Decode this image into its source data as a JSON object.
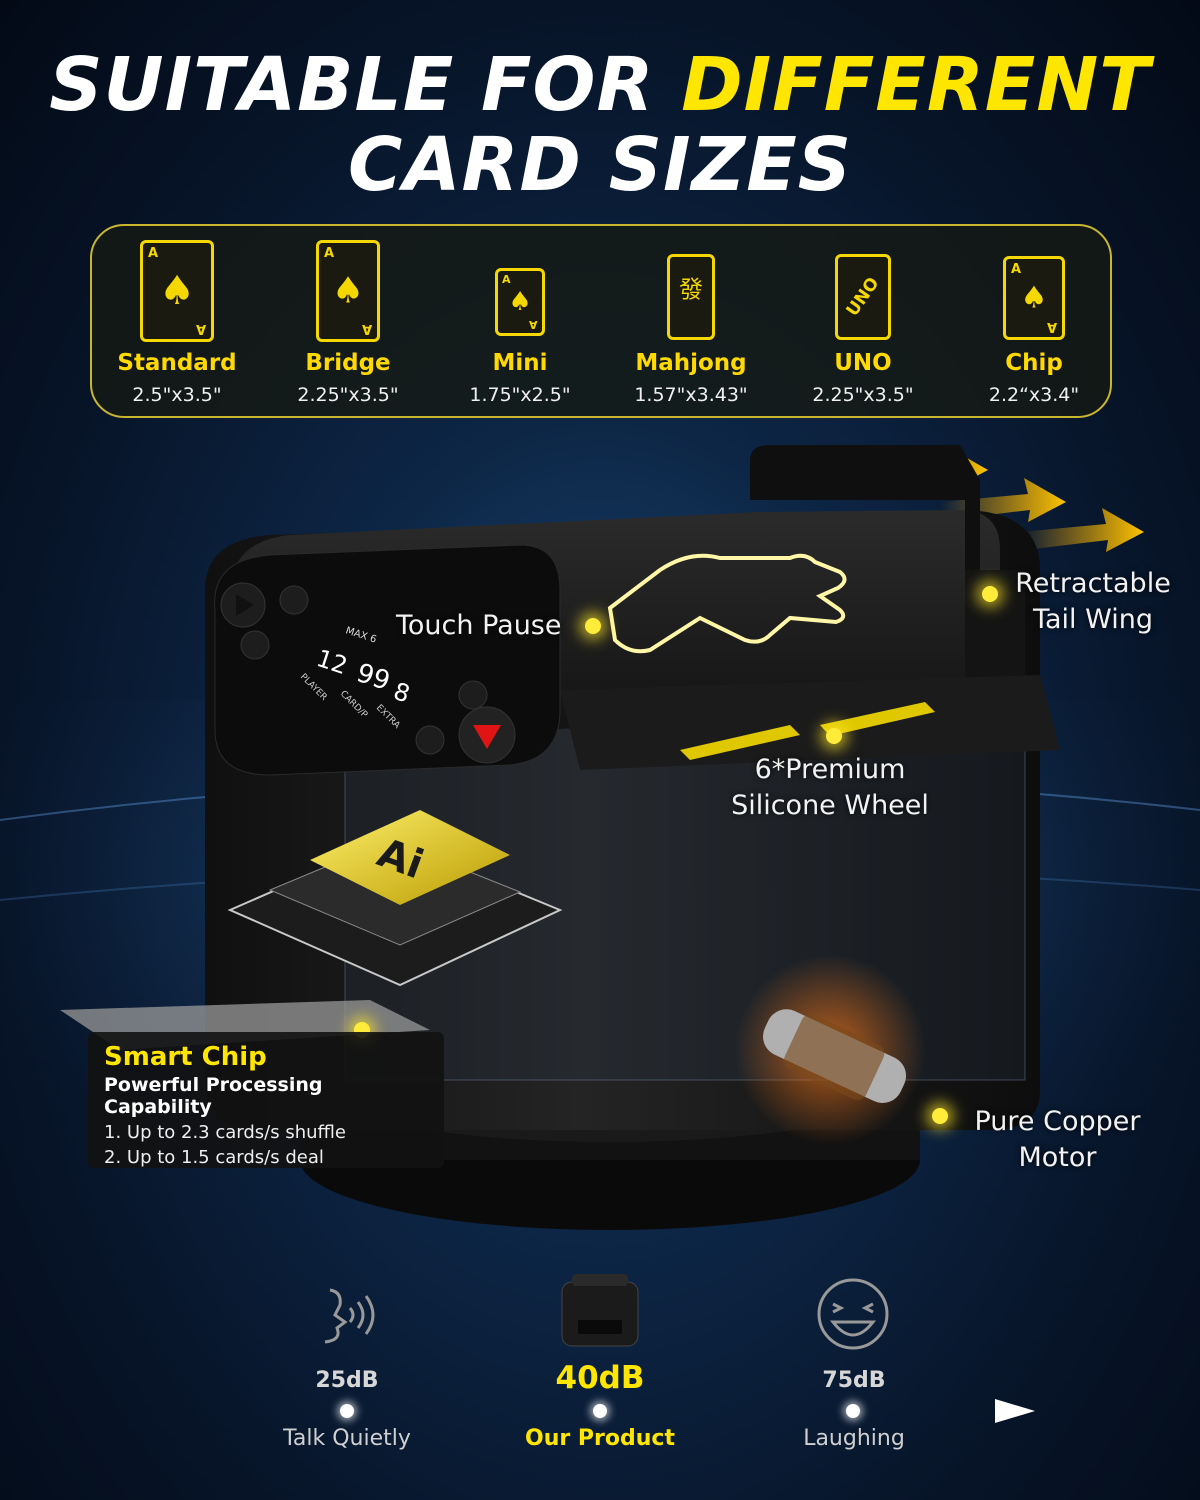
{
  "headline": {
    "line1_white": "SUITABLE FOR",
    "line1_yellow": "DIFFERENT",
    "line2": "CARD SIZES"
  },
  "card_sizes": [
    {
      "name": "Standard",
      "size": "2.5\"x3.5\"",
      "icon": "spade-card-icon"
    },
    {
      "name": "Bridge",
      "size": "2.25\"x3.5\"",
      "icon": "spade-card-icon"
    },
    {
      "name": "Mini",
      "size": "1.75\"x2.5\"",
      "icon": "spade-card-icon"
    },
    {
      "name": "Mahjong",
      "size": "1.57\"x3.43\"",
      "icon": "mahjong-tile-icon",
      "glyph": "發"
    },
    {
      "name": "UNO",
      "size": "2.25\"x3.5\"",
      "icon": "uno-card-icon",
      "glyph": "UNO"
    },
    {
      "name": "Chip",
      "size": "2.2“x3.4\"",
      "icon": "spade-card-icon"
    }
  ],
  "card_glyphs": {
    "ace": "A",
    "spade": "♠"
  },
  "device_display": {
    "max": "MAX 6",
    "player": "12",
    "player_label": "PLAYER",
    "cards": "99",
    "cards_label": "CARD/P",
    "extra": "8",
    "extra_label": "EXTRA"
  },
  "chip_label": "Ai",
  "callouts": {
    "touch_pause": "Touch Pause",
    "tail_wing_1": "Retractable",
    "tail_wing_2": "Tail Wing",
    "wheel_1": "6*Premium",
    "wheel_2": "Silicone Wheel",
    "motor_1": "Pure Copper",
    "motor_2": "Motor"
  },
  "smart_chip": {
    "title": "Smart Chip",
    "subtitle": "Powerful Processing Capability",
    "line1": "1. Up to 2.3 cards/s shuffle",
    "line2": "2. Up to 1.5 cards/s deal"
  },
  "noise_scale": [
    {
      "db": "25dB",
      "label": "Talk Quietly",
      "icon": "whisper-icon"
    },
    {
      "db": "40dB",
      "label": "Our Product",
      "icon": "product-icon",
      "highlight": true
    },
    {
      "db": "75dB",
      "label": "Laughing",
      "icon": "laughing-face-icon"
    }
  ],
  "colors": {
    "accent": "#ffe600",
    "panel_border": "#c9b52e"
  }
}
